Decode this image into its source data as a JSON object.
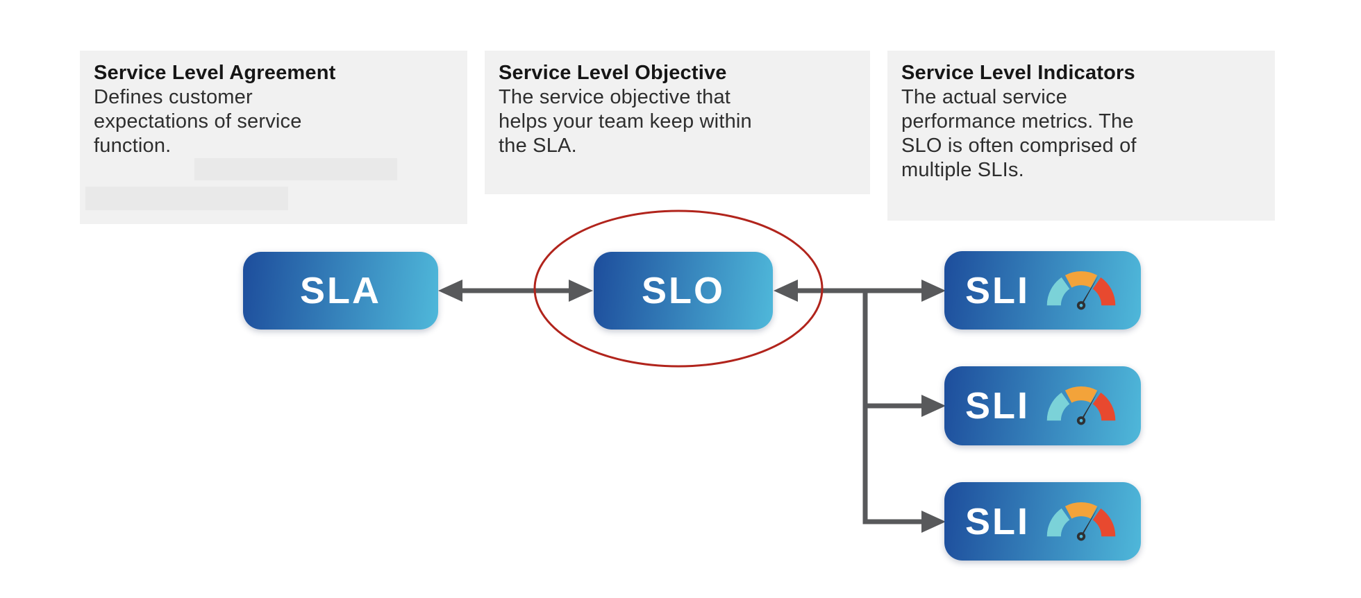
{
  "cards": [
    {
      "title": "Service Level Agreement",
      "body": "Defines customer\nexpectations of service\nfunction."
    },
    {
      "title": "Service Level Objective",
      "body": "The service objective that\nhelps your team keep within\nthe SLA."
    },
    {
      "title": "Service Level Indicators",
      "body": "The actual service\nperformance metrics. The\nSLO is often comprised of\nmultiple SLIs."
    }
  ],
  "nodes": {
    "sla": {
      "label": "SLA"
    },
    "slo": {
      "label": "SLO",
      "highlighted": true
    },
    "sli": [
      {
        "label": "SLI",
        "icon": "gauge-icon"
      },
      {
        "label": "SLI",
        "icon": "gauge-icon"
      },
      {
        "label": "SLI",
        "icon": "gauge-icon"
      }
    ]
  },
  "connections": [
    {
      "from": "SLA",
      "to": "SLO",
      "type": "bidirectional-arrow"
    },
    {
      "from": "branch",
      "to": "SLO",
      "type": "arrow"
    },
    {
      "from": "branch",
      "to": "SLI-1",
      "type": "arrow"
    },
    {
      "from": "branch",
      "to": "SLI-2",
      "type": "arrow"
    },
    {
      "from": "branch",
      "to": "SLI-3",
      "type": "arrow"
    }
  ],
  "colors": {
    "node_grad_start": "#1d4d9c",
    "node_grad_end": "#4fb8da",
    "node_text": "#ffffff",
    "arrow_gray": "#58595b",
    "highlight_red": "#b1241c",
    "card_bg": "#f1f1f1",
    "redaction_bg": "#e9e9e9",
    "title_text": "#161616",
    "body_text": "#2e2e2e",
    "gauge_teal": "#7bd2d8",
    "gauge_orange": "#f3a33a",
    "gauge_red": "#e8492f",
    "gauge_needle": "#2e3033"
  }
}
